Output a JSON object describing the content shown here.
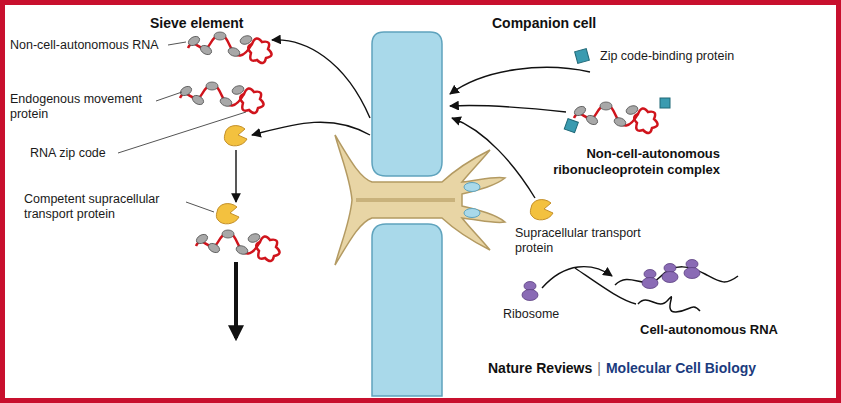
{
  "diagram": {
    "labels": [
      "Sieve element",
      "Companion cell",
      "Non-cell-autonomous RNA",
      "Zip code-binding protein",
      "Endogenous movement protein",
      "RNA zip code",
      "Non-cell-autonomous ribonucleoprotein complex",
      "Supracellular transport protein",
      "Competent supracellular transport protein",
      "Ribosome",
      "Cell-autonomous RNA",
      "Nature Reviews",
      "|",
      "Molecular Cell Biology"
    ]
  }
}
